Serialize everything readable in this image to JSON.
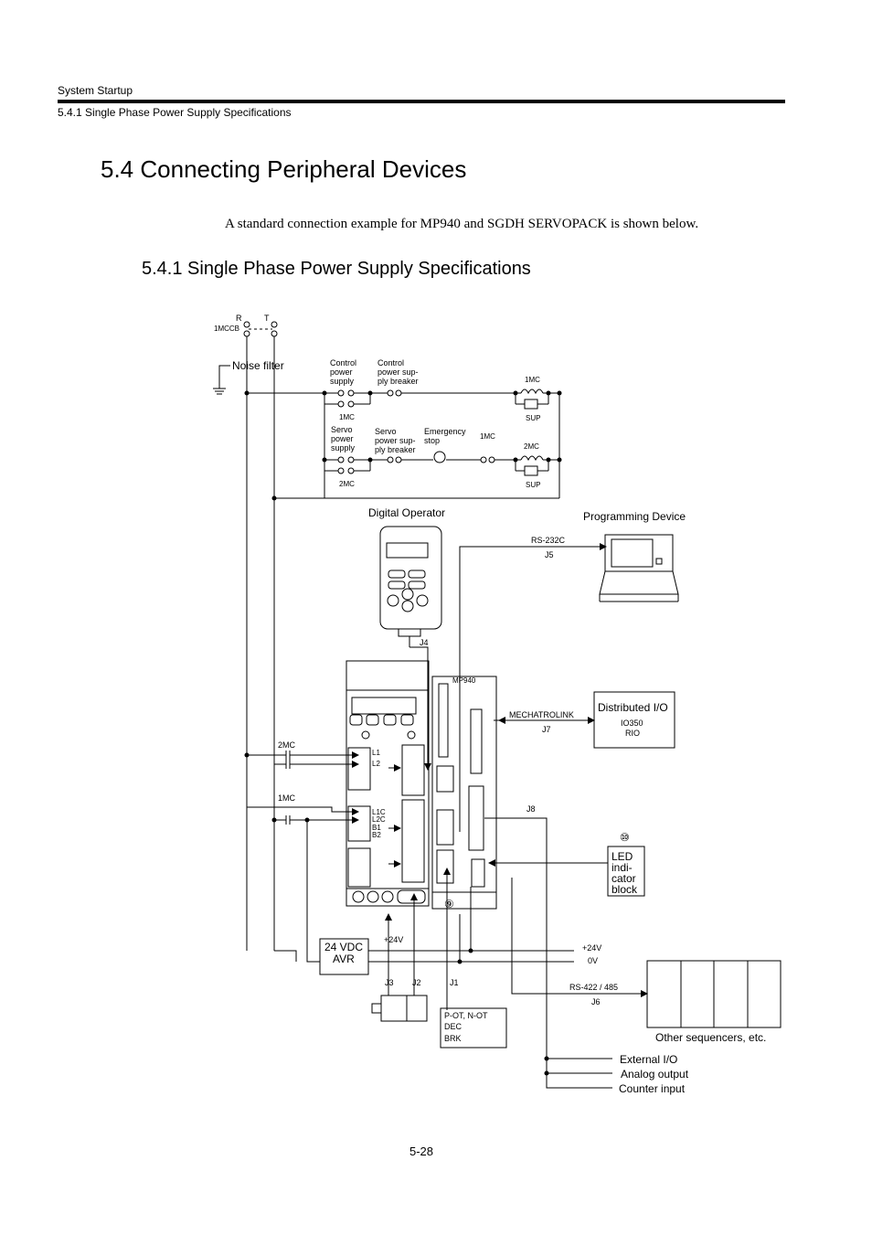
{
  "header": {
    "section": "System Startup",
    "subsection": "5.4.1  Single Phase Power Supply Specifications"
  },
  "title": "5.4  Connecting Peripheral Devices",
  "intro": "A standard connection example for MP940 and SGDH SERVOPACK is shown below.",
  "subtitle": "5.4.1  Single Phase Power Supply Specifications",
  "diagram": {
    "breaker": {
      "r": "R",
      "t": "T",
      "name": "1MCCB"
    },
    "noise_filter": "Noise filter",
    "control_power_supply": [
      "Control",
      "power",
      "supply"
    ],
    "control_breaker": [
      "Control",
      "power sup-",
      "ply breaker"
    ],
    "servo_power_supply": [
      "Servo",
      "power",
      "supply"
    ],
    "servo_breaker": [
      "Servo",
      "power sup-",
      "ply breaker"
    ],
    "emergency_stop": [
      "Emergency",
      "stop"
    ],
    "contacts": {
      "c1": "1MC",
      "c2": "2MC",
      "coil1": "1MC",
      "coil2": "2MC",
      "sup": "SUP",
      "e1mc": "1MC"
    },
    "digital_operator": "Digital Operator",
    "programming_device": "Programming Device",
    "rs232": "RS-232C",
    "j5": "J5",
    "j4": "J4",
    "mp940": "MP940",
    "mechatrolink": "MECHATROLINK",
    "j7": "J7",
    "distributed_io": {
      "title": "Distributed I/O",
      "line1": "IO350",
      "line2": "RIO"
    },
    "j8": "J8",
    "led_number": "⑩",
    "led_block": [
      "LED",
      "indi-",
      "cator",
      "block"
    ],
    "circle9": "⑨",
    "mc2": "2MC",
    "mc1": "1MC",
    "terminals_a": [
      "L1",
      "L2"
    ],
    "terminals_b": [
      "L1C",
      "L2C",
      "B1",
      "B2"
    ],
    "avr": [
      "24 VDC",
      "AVR"
    ],
    "p24": "+24V",
    "p24r": "+24V",
    "zero_v": "0V",
    "j3": "J3",
    "j2": "J2",
    "j1": "J1",
    "rs422": "RS-422 / 485",
    "j6": "J6",
    "sequencers": "Other sequencers, etc.",
    "pot": [
      "P-OT,   N-OT",
      "DEC",
      "BRK"
    ],
    "external_io": "External I/O",
    "analog_output": "Analog output",
    "counter_input": "Counter input"
  },
  "page_number": "5-28"
}
